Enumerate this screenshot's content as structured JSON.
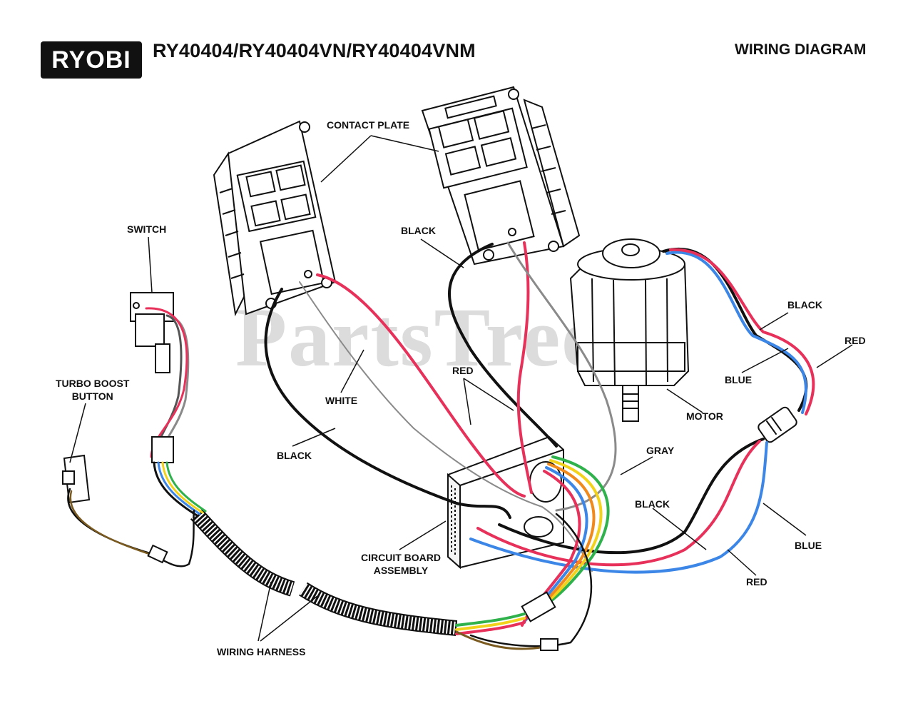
{
  "header": {
    "logo_text": "RYOBI",
    "model_title": "RY40404/RY40404VN/RY40404VNM",
    "page_title": "WIRING DIAGRAM"
  },
  "watermark": "PartsTree",
  "labels": {
    "contact_plate": "CONTACT PLATE",
    "switch": "SWITCH",
    "turbo_boost_1": "TURBO BOOST",
    "turbo_boost_2": "BUTTON",
    "black_top": "BLACK",
    "white": "WHITE",
    "red_center": "RED",
    "black_left": "BLACK",
    "gray": "GRAY",
    "motor": "MOTOR",
    "black_right_top": "BLACK",
    "red_right_top": "RED",
    "blue_right": "BLUE",
    "black_right_bottom": "BLACK",
    "blue_right_bottom": "BLUE",
    "red_bottom": "RED",
    "circuit_board_1": "CIRCUIT BOARD",
    "circuit_board_2": "ASSEMBLY",
    "wiring_harness": "WIRING HARNESS"
  },
  "colors": {
    "wire_black": "#111111",
    "wire_red": "#e8315a",
    "wire_blue": "#3b86e6",
    "wire_gray": "#8a8a8a",
    "wire_green": "#2fb24c",
    "wire_yellow": "#f2d21b",
    "wire_orange": "#f08a1c",
    "wire_brown": "#7a5a1e",
    "watermark": "#dcdcdc"
  }
}
